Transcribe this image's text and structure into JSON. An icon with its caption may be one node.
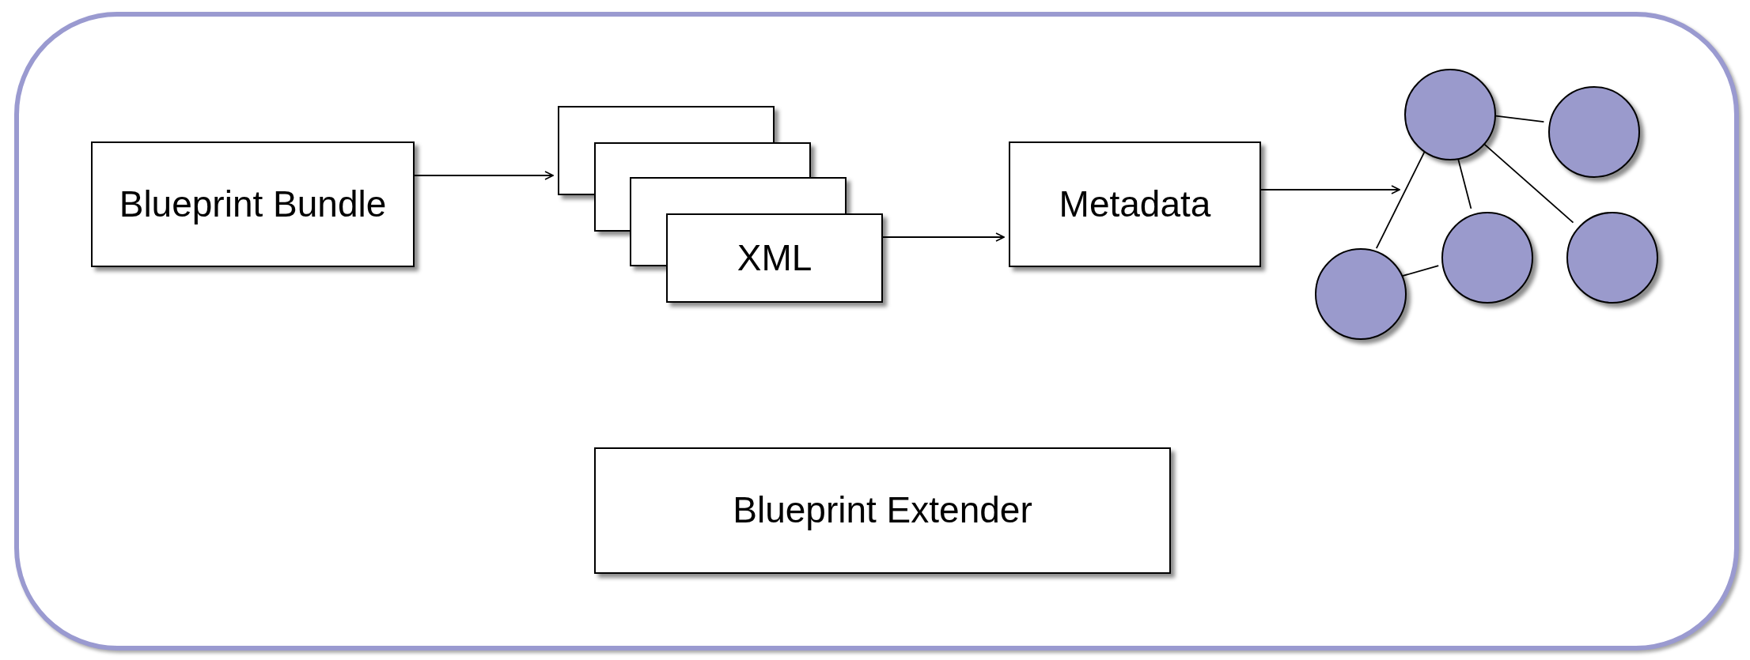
{
  "diagram": {
    "nodes": [
      {
        "text": [],
        "shape": "box"
      },
      {
        "text": [
          "Blueprint Bundle"
        ],
        "in": 0
      },
      {
        "text": [],
        "shape": "box",
        "in": 0
      },
      {
        "text": [],
        "shape": "box",
        "in": 0
      },
      {
        "text": [],
        "shape": "box",
        "in": 0
      },
      {
        "text": [
          "XML"
        ],
        "in": 0
      },
      {
        "text": [
          "Metadata"
        ],
        "in": 0
      },
      {
        "text": [],
        "shape": "circle",
        "in": 0
      },
      {
        "text": [],
        "shape": "circle",
        "in": 0
      },
      {
        "text": [],
        "shape": "circle",
        "in": 0
      },
      {
        "text": [],
        "shape": "circle",
        "in": 0
      },
      {
        "text": [],
        "shape": "circle",
        "in": 0
      },
      {
        "text": [
          "Blueprint Extender"
        ],
        "in": 0
      }
    ],
    "edges": [
      {
        "from": 1,
        "to": 2,
        "arrow": "to"
      },
      {
        "from": 5,
        "to": 6,
        "arrow": "to"
      },
      {
        "from": 6,
        "to": 7,
        "arrow": "to"
      },
      {
        "from": 7,
        "to": 8,
        "arrow": "none"
      },
      {
        "from": 7,
        "to": 10,
        "arrow": "none"
      },
      {
        "from": 7,
        "to": 11,
        "arrow": "none"
      },
      {
        "from": 7,
        "to": 9,
        "arrow": "none"
      },
      {
        "from": 9,
        "to": 10,
        "arrow": "none"
      }
    ]
  }
}
